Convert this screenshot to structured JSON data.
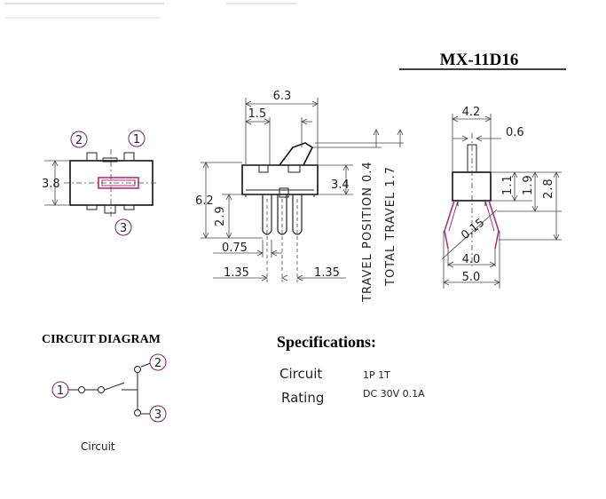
{
  "model": "MX-11D16",
  "top_view": {
    "pins": [
      "2",
      "1",
      "3"
    ],
    "dim_height": "3.8"
  },
  "side_view": {
    "dims": {
      "width": "6.3",
      "offset": "1.5",
      "height": "6.2",
      "body": "2.9",
      "pin_height": "3.4",
      "pin_width": "0.75",
      "pitch_left": "1.35",
      "pitch_right": "1.35"
    },
    "travel_position": "TRAVEL POSITION 0.4",
    "total_travel": "TOTAL TRAVEL 1.7"
  },
  "end_view": {
    "dims": {
      "top": "4.2",
      "lever": "0.6",
      "a": "1.1",
      "b": "1.9",
      "c": "2.8",
      "thickness": "0.15",
      "inner": "4.0",
      "outer": "5.0"
    }
  },
  "circuit": {
    "heading": "CIRCUIT DIAGRAM",
    "caption": "Circuit",
    "pins": [
      "1",
      "2",
      "3"
    ]
  },
  "specifications": {
    "heading": "Specifications:",
    "rows": [
      {
        "label": "Circuit",
        "value": "1P 1T"
      },
      {
        "label": "Rating",
        "value": "DC 30V 0.1A"
      }
    ]
  },
  "colors": {
    "line": "#222222",
    "pin_circle": "#7a1f6a",
    "accent": "#b0307a"
  }
}
